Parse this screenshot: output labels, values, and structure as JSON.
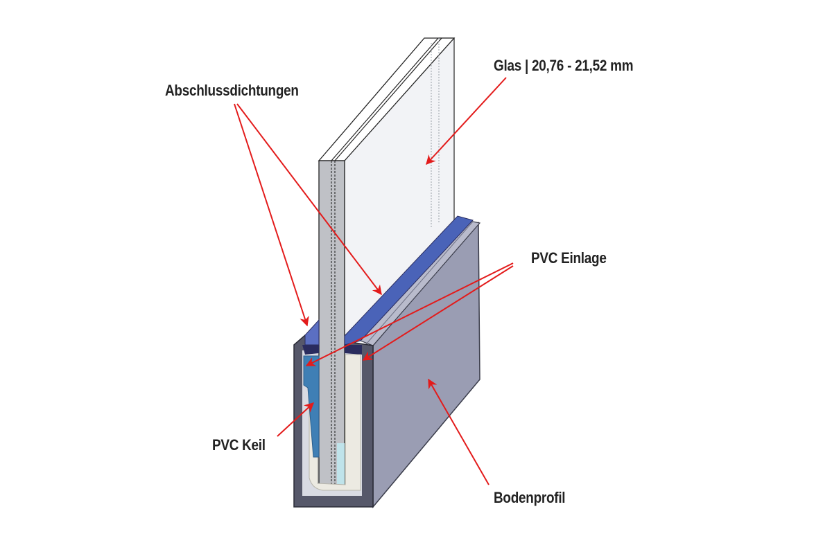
{
  "diagram": {
    "labels": {
      "abschlussdichtungen": "Abschlussdichtungen",
      "glas": "Glas | 20,76 - 21,52 mm",
      "pvc_einlage": "PVC Einlage",
      "pvc_keil": "PVC Keil",
      "bodenprofil": "Bodenprofil"
    },
    "colors": {
      "arrow": "#e31b1b",
      "profile_side": "#9a9db3",
      "profile_dark": "#56586a",
      "seal_blue": "#4a63b8",
      "seal_dark": "#2a2c5e",
      "pvc_insert": "#eceae2",
      "wedge_blue": "#3f7fb5",
      "glass": "#f4f5f7",
      "glass_edge": "#bfc1c6"
    }
  }
}
